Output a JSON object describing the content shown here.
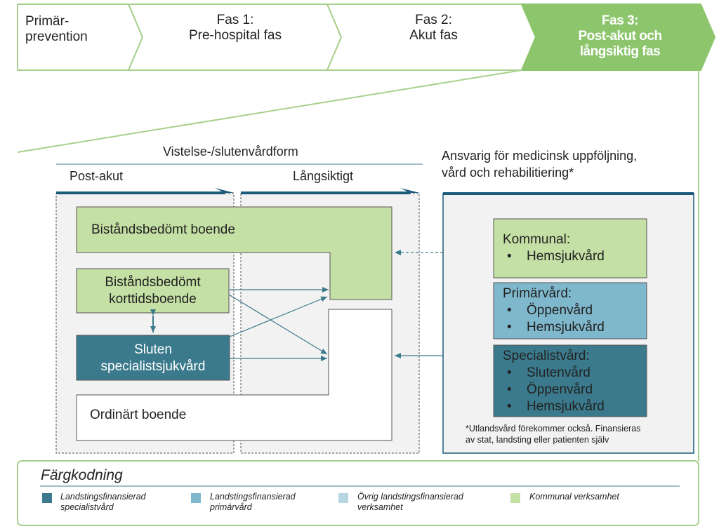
{
  "phases": [
    {
      "id": "primar",
      "lines": [
        "Primär-",
        "prevention"
      ]
    },
    {
      "id": "fas1",
      "lines": [
        "Fas 1:",
        "Pre-hospital fas"
      ]
    },
    {
      "id": "fas2",
      "lines": [
        "Fas 2:",
        "Akut fas"
      ]
    },
    {
      "id": "fas3",
      "lines": [
        "Fas 3:",
        "Post-akut och",
        "långsiktig fas"
      ]
    }
  ],
  "headers": {
    "vistelse": "Vistelse-/slutenvårdform",
    "post_akut": "Post-akut",
    "langsiktigt": "Långsiktigt",
    "ansvarig_line1": "Ansvarig för medicinsk uppföljning,",
    "ansvarig_line2": "vård och rehabilitiering*"
  },
  "boxes": {
    "bistandsbedomt_boende": "Biståndsbedömt boende",
    "korttids_line1": "Biståndsbedömt",
    "korttids_line2": "korttidsboende",
    "sluten_line1": "Sluten",
    "sluten_line2": "specialistsjukvård",
    "ordinart": "Ordinärt boende"
  },
  "responsibility": [
    {
      "title": "Kommunal:",
      "items": [
        "Hemsjukvård"
      ]
    },
    {
      "title": "Primärvård:",
      "items": [
        "Öppenvård",
        "Hemsjukvård"
      ]
    },
    {
      "title": "Specialistvård:",
      "items": [
        "Slutenvård",
        "Öppenvård",
        "Hemsjukvård"
      ]
    }
  ],
  "note_line1": "*Utlandsvård förekommer också. Finansieras",
  "note_line2": "av stat, landsting eller patienten själv",
  "legend": {
    "title": "Färgkodning",
    "items": [
      {
        "line1": "Landstingsfinansierad",
        "line2": "specialistvård",
        "color": "#3b7a8c"
      },
      {
        "line1": "Landstingsfinansierad",
        "line2": "primärvård",
        "color": "#7fb8cc"
      },
      {
        "line1": "Övrig landstingsfinansierad",
        "line2": "verksamhet",
        "color": "#b7d6e2"
      },
      {
        "line1": "Kommunal verksamhet",
        "line2": "",
        "color": "#c5e0a5"
      }
    ]
  },
  "colors": {
    "specialist": "#3b7a8c",
    "primar": "#7fb8cc",
    "ovrig": "#b7d6e2",
    "kommunal": "#c5e0a5",
    "phase_active": "#8cc56c",
    "frame_green": "#a8d08d",
    "navy": "#1b5a7a"
  }
}
